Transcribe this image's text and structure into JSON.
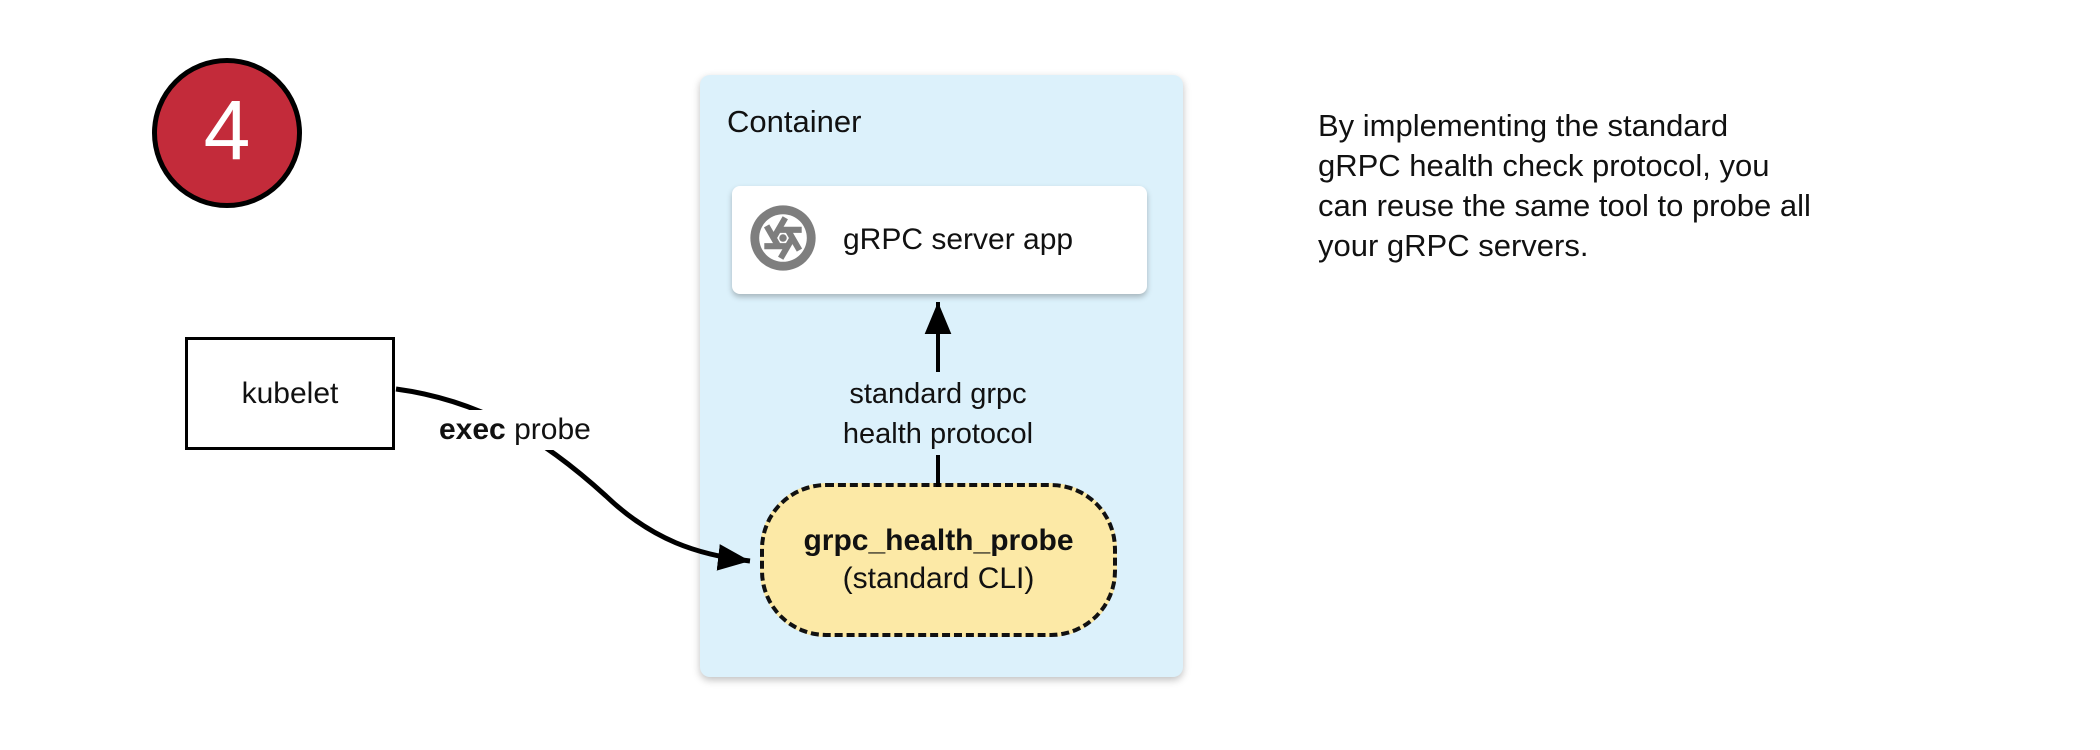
{
  "step_badge": {
    "number": "4",
    "color": "#C32B3A"
  },
  "container": {
    "label": "Container",
    "bg_color": "#DCF1FB"
  },
  "server_app": {
    "label": "gRPC server app",
    "icon": "aperture-icon",
    "icon_color": "#7E7E7E"
  },
  "probe": {
    "title": "grpc_health_probe",
    "subtitle": "(standard CLI)",
    "bg_color": "#FCE9A6"
  },
  "kubelet": {
    "label": "kubelet"
  },
  "edges": {
    "exec_probe": {
      "label_bold": "exec",
      "label_rest": " probe"
    },
    "health_protocol": {
      "label": "standard grpc\nhealth protocol"
    }
  },
  "caption": {
    "text": "By implementing the standard\ngRPC health check protocol, you\ncan reuse the same tool to probe all\nyour gRPC servers."
  }
}
